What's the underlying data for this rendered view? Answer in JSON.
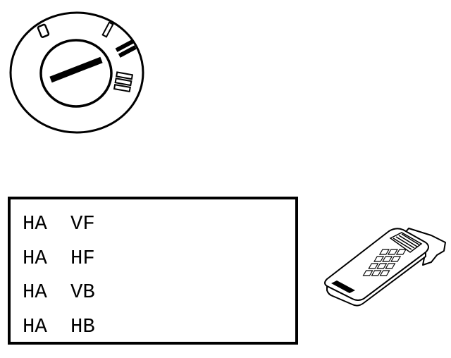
{
  "ignition_switch": {
    "positions": [
      "0",
      "I",
      "II",
      "III"
    ],
    "key_icon": "ignition-key-icon"
  },
  "display": {
    "lines": [
      {
        "a": "HA",
        "b": "VF"
      },
      {
        "a": "HA",
        "b": "HF"
      },
      {
        "a": "HA",
        "b": "VB"
      },
      {
        "a": "HA",
        "b": "HB"
      }
    ]
  },
  "scan_tool": {
    "icon": "handheld-tester-icon"
  },
  "colors": {
    "ink": "#000000",
    "paper": "#ffffff"
  }
}
